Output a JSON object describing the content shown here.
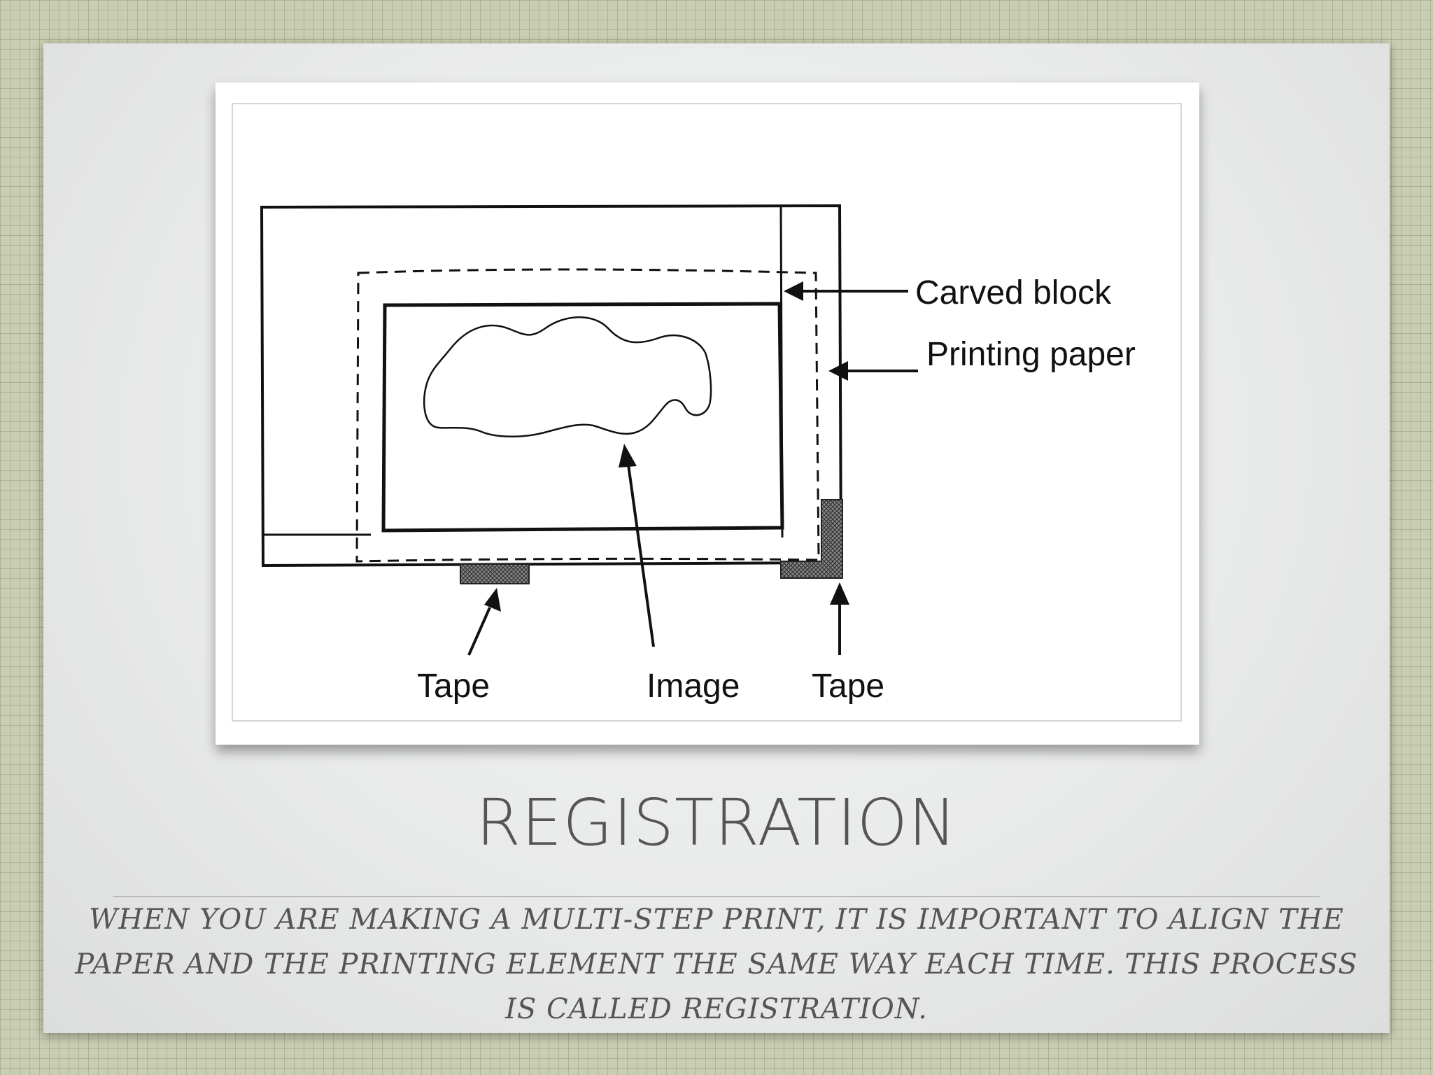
{
  "slide": {
    "title": "REGISTRATION",
    "body": "WHEN YOU ARE MAKING A MULTI-STEP PRINT, IT IS IMPORTANT TO ALIGN THE PAPER AND THE PRINTING ELEMENT THE SAME WAY EACH TIME. THIS PROCESS IS CALLED REGISTRATION."
  },
  "diagram": {
    "labels": {
      "carved_block": "Carved block",
      "printing_paper": "Printing paper",
      "tape_left": "Tape",
      "image": "Image",
      "tape_right": "Tape"
    }
  }
}
